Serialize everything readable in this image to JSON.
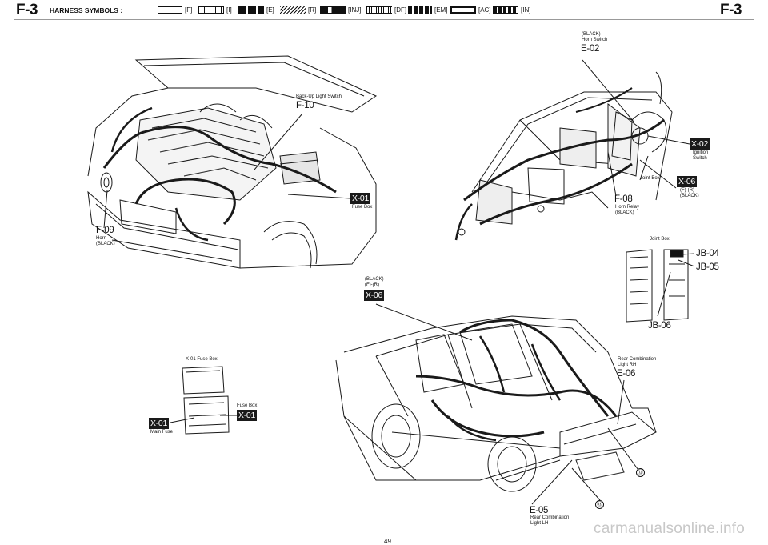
{
  "header": {
    "page_code_left": "F-3",
    "page_code_right": "F-3",
    "title": "HARNESS SYMBOLS :",
    "symbols": [
      {
        "code": "[F]"
      },
      {
        "code": "[I]"
      },
      {
        "code": "[E]"
      },
      {
        "code": "[R]"
      },
      {
        "code": "[INJ]"
      },
      {
        "code": "[DF]"
      },
      {
        "code": "[EM]"
      },
      {
        "code": "[AC]"
      },
      {
        "code": "[IN]"
      }
    ]
  },
  "callouts": {
    "horn_switch": {
      "color": "(BLACK)",
      "name": "Horn Switch",
      "code": "E-02"
    },
    "backup_light": {
      "name": "Back-Up Light Switch",
      "code": "F-10"
    },
    "horn": {
      "code": "F-09",
      "name": "Horn",
      "color": "(BLACK)"
    },
    "fuse_box_engine": {
      "badge": "X-01",
      "name": "Fuse Box"
    },
    "ignition_switch": {
      "badge": "X-02",
      "name": "Ignition",
      "name2": "Switch"
    },
    "joint_box_top": {
      "name": "Joint Box"
    },
    "x06_top": {
      "badge": "X-06",
      "line1": "(F)-(R)",
      "line2": "(BLACK)"
    },
    "horn_relay": {
      "code": "F-08",
      "name": "Horn Relay",
      "color": "(BLACK)"
    },
    "joint_box_detail": {
      "title": "Joint Box",
      "jb04": "JB-04",
      "jb05": "JB-05",
      "jb06": "JB-06"
    },
    "x06_car": {
      "color": "(BLACK)",
      "line": "(F)-(R)",
      "badge": "X-06"
    },
    "fuse_detail": {
      "title": "X-01 Fuse Box",
      "fuse_box": "Fuse Box",
      "badge_right": "X-01",
      "badge_left": "X-01",
      "main_fuse": "Main Fuse"
    },
    "rear_rh": {
      "name": "Rear Combination",
      "name2": "Light RH",
      "code": "E-06"
    },
    "rear_lh": {
      "code": "E-05",
      "name": "Rear Combination",
      "name2": "Light LH"
    },
    "circle_12": "⑫",
    "circle_13": "⑬"
  },
  "footer": {
    "page_number": "49",
    "watermark": "carmanualsonline.info"
  }
}
